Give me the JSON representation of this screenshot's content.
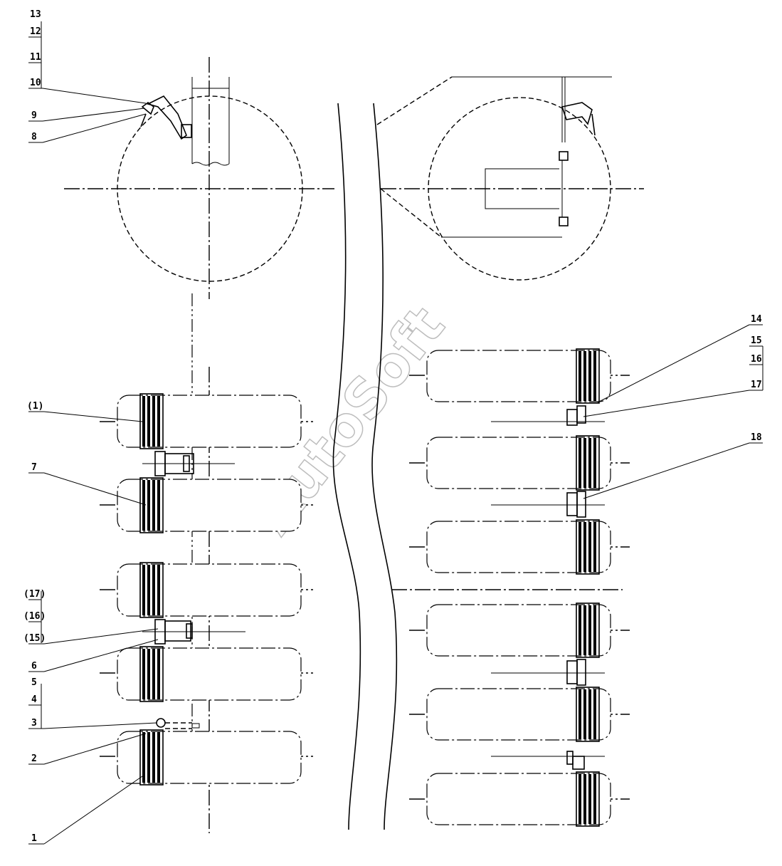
{
  "watermark": "AutoSoft",
  "callouts": {
    "c13": "13",
    "c12": "12",
    "c11": "11",
    "c10": "10",
    "c9": "9",
    "c8": "8",
    "c14": "14",
    "c15": "15",
    "c16": "16",
    "c17": "17",
    "c18": "18",
    "p1": "(1)",
    "c7": "7",
    "p17": "(17)",
    "p16": "(16)",
    "p15": "(15)",
    "c6": "6",
    "c5": "5",
    "c4": "4",
    "c3": "3",
    "c2": "2",
    "c1": "1"
  }
}
